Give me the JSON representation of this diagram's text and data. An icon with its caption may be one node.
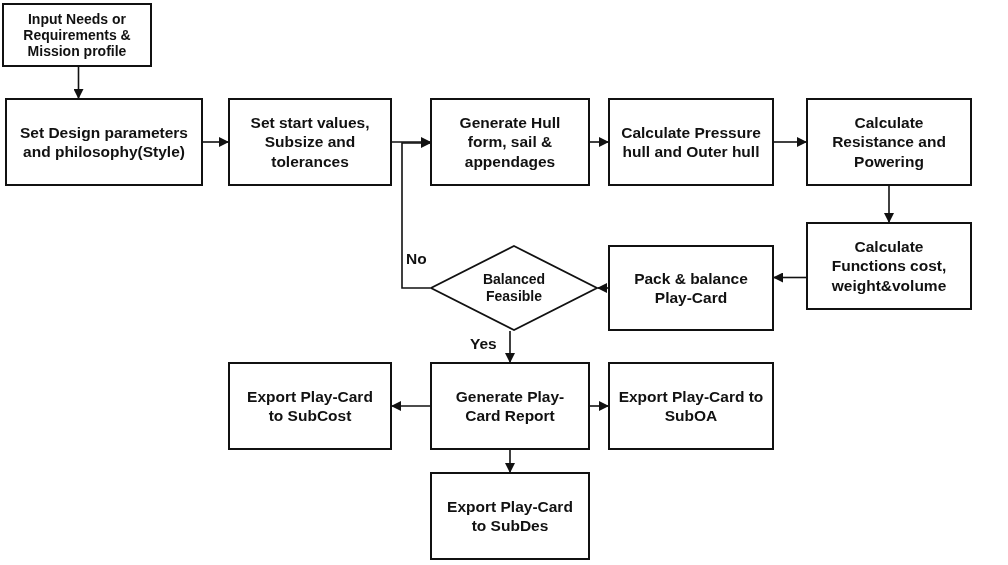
{
  "diagram": {
    "nodes": [
      {
        "text": [
          "Input Needs or Requirements & Mission profile"
        ]
      },
      {
        "text": [
          "Set Design parameters and philosophy(Style)"
        ]
      },
      {
        "text": [
          "Set start values, Subsize and tolerances"
        ]
      },
      {
        "text": [
          "Generate Hull form, sail & appendages"
        ]
      },
      {
        "text": [
          "Calculate Pressure hull and Outer hull"
        ]
      },
      {
        "text": [
          "Calculate Resistance and Powering"
        ]
      },
      {
        "text": [
          "Calculate Functions cost, weight&volume"
        ]
      },
      {
        "text": [
          "Pack & balance Play-Card"
        ]
      },
      {
        "text": [
          "Balanced Feasible"
        ]
      },
      {
        "text": [
          "Generate Play-Card Report"
        ]
      },
      {
        "text": [
          "Export Play-Card to SubCost"
        ]
      },
      {
        "text": [
          "Export Play-Card to SubOA"
        ]
      },
      {
        "text": [
          "Export Play-Card to SubDes"
        ]
      }
    ],
    "edges": [
      {
        "from": 0,
        "to": 1,
        "arrow": "to"
      },
      {
        "from": 1,
        "to": 2,
        "arrow": "to"
      },
      {
        "from": 2,
        "to": 3,
        "arrow": "to"
      },
      {
        "from": 3,
        "to": 4,
        "arrow": "to"
      },
      {
        "from": 4,
        "to": 5,
        "arrow": "to"
      },
      {
        "from": 5,
        "to": 6,
        "arrow": "to"
      },
      {
        "from": 6,
        "to": 7,
        "arrow": "to"
      },
      {
        "from": 7,
        "to": 8,
        "arrow": "to"
      },
      {
        "from": 8,
        "to": 3,
        "arrow": "to",
        "label": "No"
      },
      {
        "from": 8,
        "to": 9,
        "arrow": "to",
        "label": "Yes"
      },
      {
        "from": 9,
        "to": 10,
        "arrow": "to"
      },
      {
        "from": 9,
        "to": 11,
        "arrow": "to"
      },
      {
        "from": 9,
        "to": 12,
        "arrow": "to"
      }
    ]
  }
}
